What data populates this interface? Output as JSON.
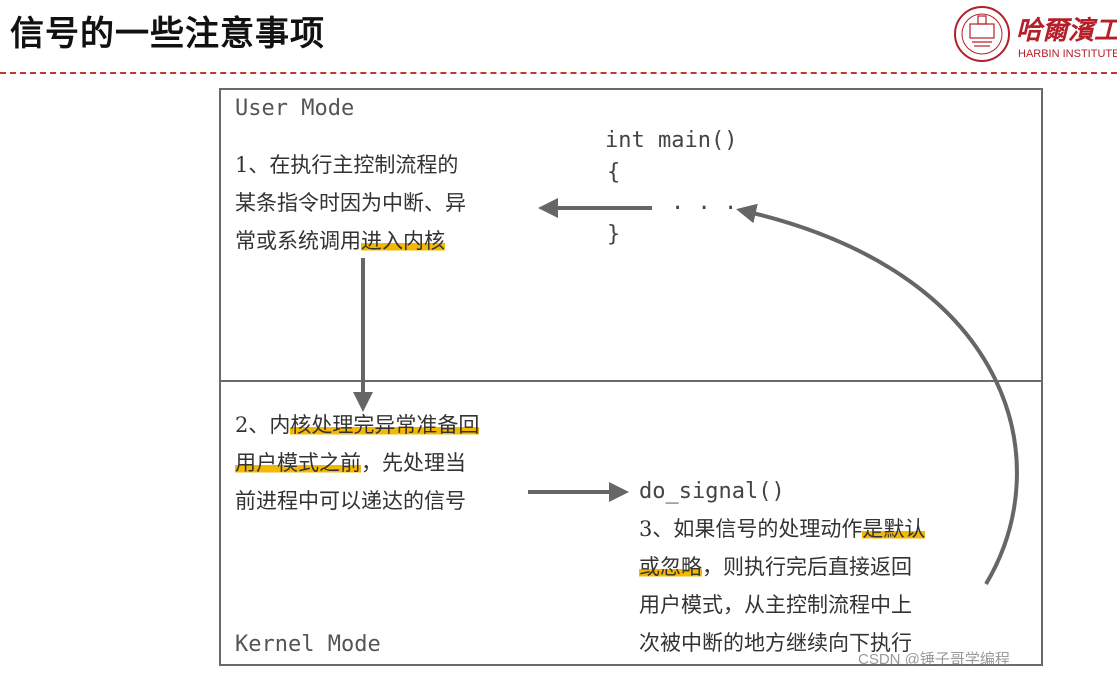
{
  "header": {
    "title": "信号的一些注意事项",
    "logo_cn": "哈爾濱工",
    "logo_en": "HARBIN INSTITUTE"
  },
  "diagram": {
    "user_mode_label": "User Mode",
    "kernel_mode_label": "Kernel Mode",
    "code": {
      "main_sig": "int main()",
      "open_brace": "{",
      "ellipsis": "· · ·",
      "close_brace": "}",
      "do_signal": "do_signal()"
    },
    "step1": {
      "line1": "1、在执行主控制流程的",
      "line2": "某条指令时因为中断、异",
      "line3_plain": "常或系统调用",
      "line3_hl": "进入内核"
    },
    "step2": {
      "line1_plain": "2、内",
      "line1_hl": "核处理完异常准备回",
      "line2_hl": "用户模式之前",
      "line2_plain": "，先处理当",
      "line3": "前进程中可以递达的信号"
    },
    "step3": {
      "line1_plain": "3、如果信号的处理动作",
      "line1_hl": "是默认",
      "line2_hl": "或忽略",
      "line2_plain": "，则执行完后直接返回",
      "line3": "用户模式，从主控制流程中上",
      "line4": "次被中断的地方继续向下执行"
    }
  },
  "watermark": "CSDN @锤子哥学编程",
  "colors": {
    "highlight": "#f5b800",
    "arrow": "#666666",
    "border": "#6a6a6a",
    "dash": "#c0392b"
  }
}
